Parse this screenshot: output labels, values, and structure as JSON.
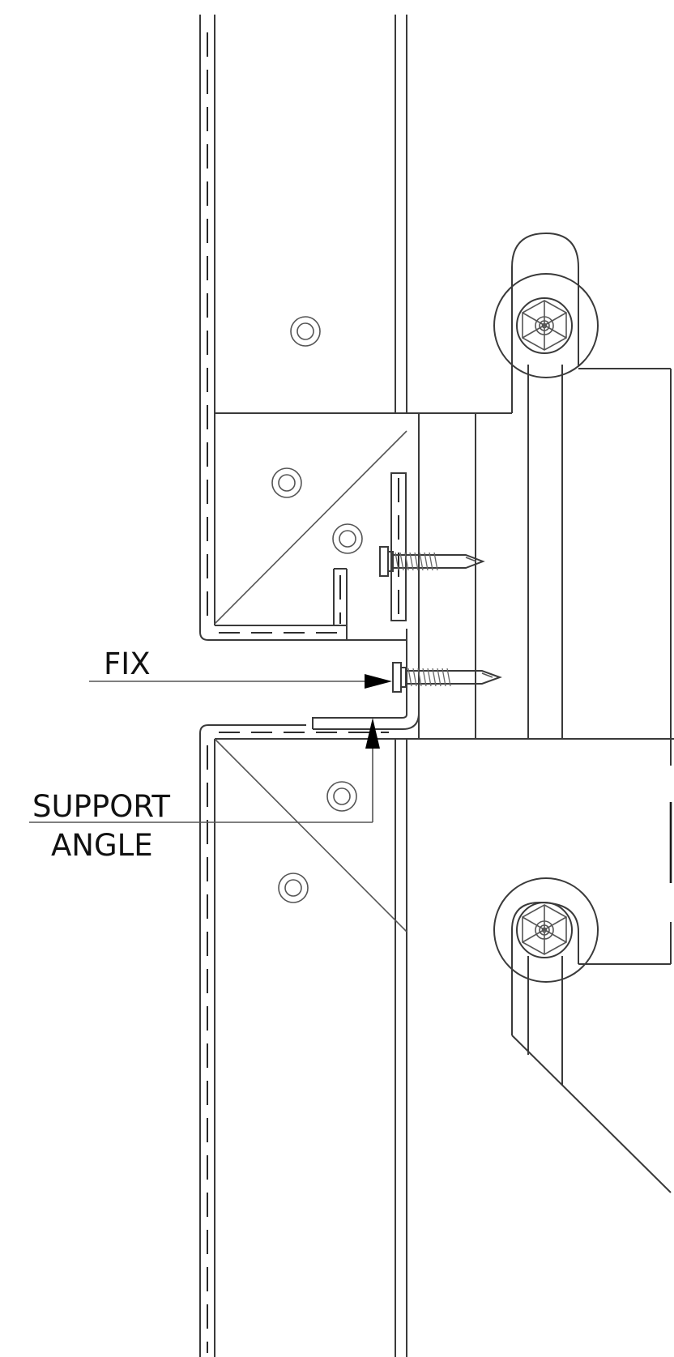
{
  "labels": {
    "fix": "FIX",
    "support_line1": "SUPPORT",
    "support_line2": "ANGLE"
  },
  "colors": {
    "line": "#555555",
    "dark": "#111111",
    "background": "#ffffff"
  },
  "icons": {
    "rivet": "concentric-circle",
    "bolt": "hex-head-bolt",
    "screw": "self-drilling-screw",
    "arrow": "leader-arrowhead"
  }
}
